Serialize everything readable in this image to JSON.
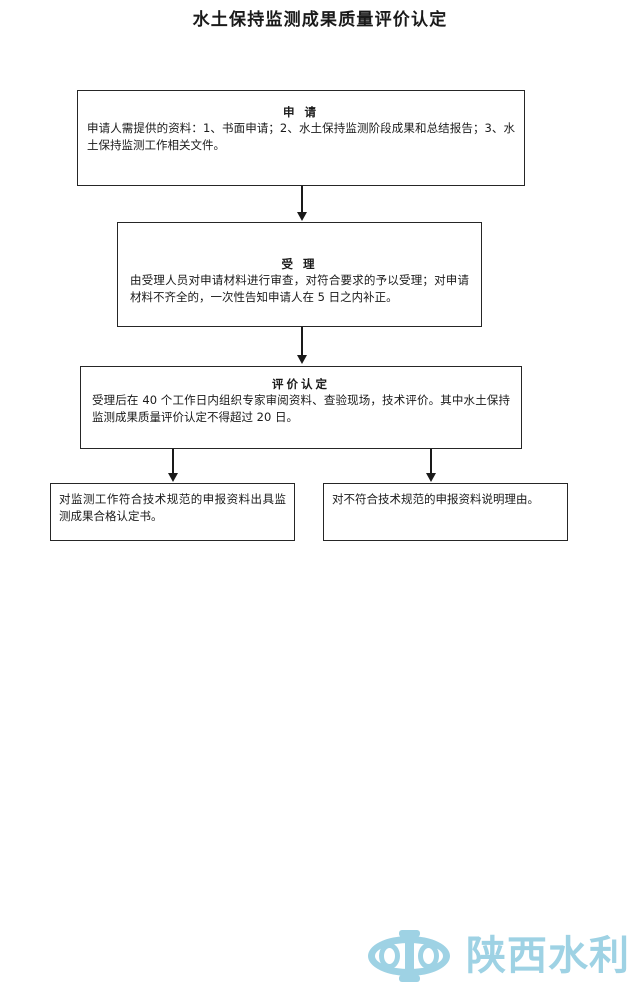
{
  "page": {
    "title": "水土保持监测成果质量评价认定"
  },
  "flowchart": {
    "type": "flowchart",
    "orientation": "top-to-bottom",
    "nodes": [
      {
        "id": "apply",
        "heading": "申  请",
        "body": "申请人需提供的资料：1、书面申请；2、水土保持监测阶段成果和总结报告；3、水土保持监测工作相关文件。"
      },
      {
        "id": "accept",
        "heading": "受  理",
        "body": "由受理人员对申请材料进行审查，对符合要求的予以受理；对申请材料不齐全的，一次性告知申请人在 5 日之内补正。"
      },
      {
        "id": "evaluate",
        "heading": "评价认定",
        "body": "受理后在 40 个工作日内组织专家审阅资料、查验现场，技术评价。其中水土保持监测成果质量评价认定不得超过 20 日。"
      },
      {
        "id": "pass",
        "heading": "",
        "body": "对监测工作符合技术规范的申报资料出具监测成果合格认定书。"
      },
      {
        "id": "fail",
        "heading": "",
        "body": "对不符合技术规范的申报资料说明理由。"
      }
    ],
    "edges": [
      {
        "from": "apply",
        "to": "accept"
      },
      {
        "from": "accept",
        "to": "evaluate"
      },
      {
        "from": "evaluate",
        "to": "pass"
      },
      {
        "from": "evaluate",
        "to": "fail"
      }
    ]
  },
  "watermark": {
    "text": "陕西水利",
    "emblem_name": "shaanxi-water-emblem",
    "color": "#9ed2e4"
  }
}
